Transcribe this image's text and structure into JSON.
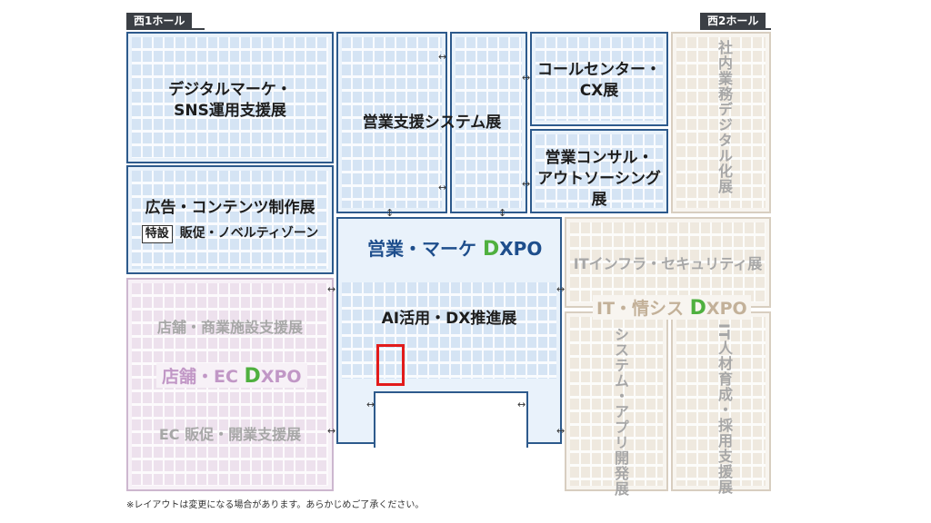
{
  "halls": {
    "west1": "西1ホール",
    "west2": "西2ホール"
  },
  "zones": {
    "digital_marketing": "デジタルマーケ・\nSNS運用支援展",
    "ad_content": "広告・コンテンツ制作展",
    "tokusetsu_badge": "特設",
    "sales_promo_novelty": "販促・ノベルティゾーン",
    "sales_system": "営業支援システム展",
    "call_center": "コールセンター・\nCX展",
    "sales_consul": "営業コンサル・\nアウトソーシング展",
    "internal_dx": "社内業務デジタル化展",
    "ai_dx": "AI活用・DX推進展",
    "store_facility": "店舗・商業施設支援展",
    "ec_promo": "EC 販促・開業支援展",
    "it_infra": "ITインフラ・セキュリティ展",
    "system_app": "システム・アプリ開発展",
    "it_hr": "IT人材育成・採用支援展"
  },
  "expos": {
    "sales_marke": {
      "main": "営業・マーケ ",
      "d": "D",
      "rest": "XPO"
    },
    "store_ec": {
      "main": "店舗・EC ",
      "d": "D",
      "rest": "XPO"
    },
    "it_infosys": {
      "main": "IT・情シス ",
      "d": "D",
      "rest": "XPO"
    }
  },
  "note": "※レイアウトは変更になる場合があります。あらかじめご了承ください。",
  "colors": {
    "blue_border": "#2d5a8c",
    "pink_border": "#cdb7cf",
    "beige_border": "#d8cec0",
    "highlight": "#e21b1b",
    "dxpo_d": "#4fb03f"
  }
}
